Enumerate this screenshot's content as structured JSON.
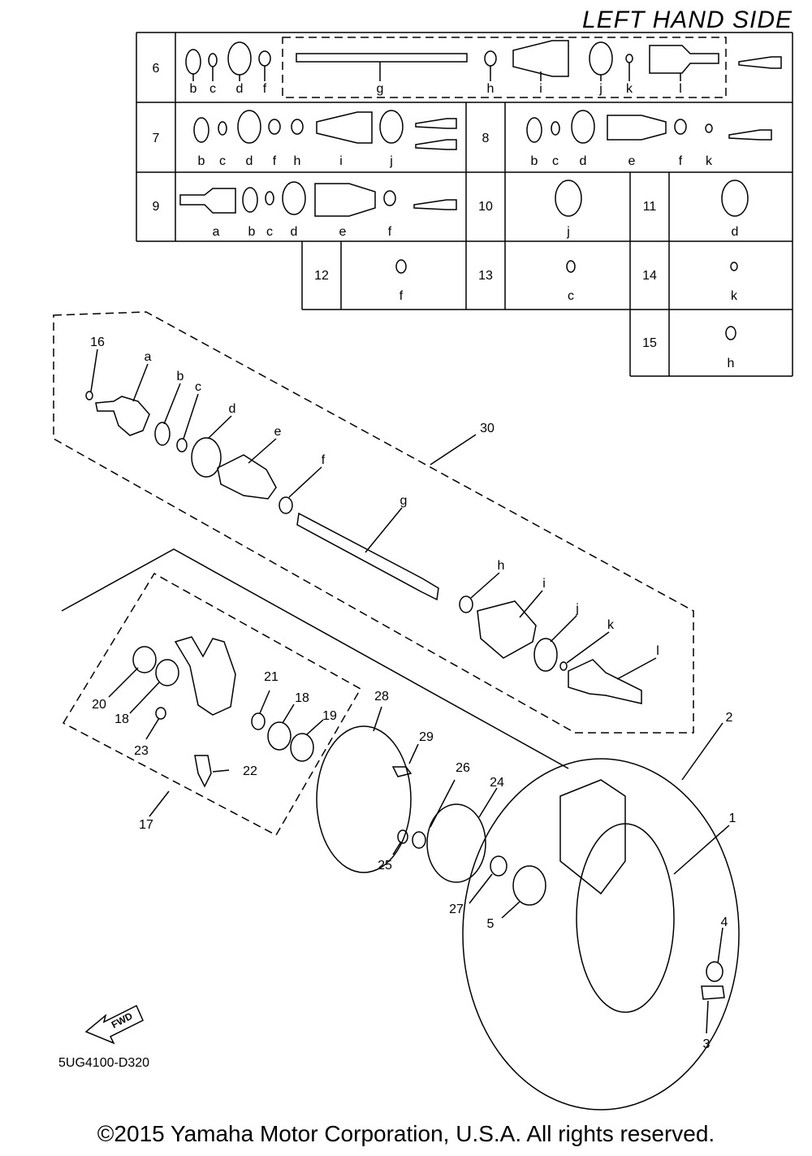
{
  "header": {
    "title": "LEFT HAND SIDE"
  },
  "footer": {
    "ref_code": "5UG4100-D320",
    "copyright": "©2015 Yamaha Motor Corporation, U.S.A. All rights reserved."
  },
  "table": {
    "rows": [
      {
        "num": "6",
        "items": [
          "b",
          "c",
          "d",
          "f",
          "g",
          "h",
          "i",
          "j",
          "k",
          "l"
        ]
      },
      {
        "num": "7",
        "items": [
          "b",
          "c",
          "d",
          "f",
          "h",
          "i",
          "j"
        ]
      },
      {
        "num": "8",
        "items": [
          "b",
          "c",
          "d",
          "e",
          "f",
          "k"
        ]
      },
      {
        "num": "9",
        "items": [
          "a",
          "b",
          "c",
          "d",
          "e",
          "f"
        ]
      },
      {
        "num": "10",
        "items": [
          "j"
        ]
      },
      {
        "num": "11",
        "items": [
          "d"
        ]
      },
      {
        "num": "12",
        "items": [
          "f"
        ]
      },
      {
        "num": "13",
        "items": [
          "c"
        ]
      },
      {
        "num": "14",
        "items": [
          "k"
        ]
      },
      {
        "num": "15",
        "items": [
          "h"
        ]
      }
    ]
  },
  "callouts": {
    "letters": [
      "a",
      "b",
      "c",
      "d",
      "e",
      "f",
      "g",
      "h",
      "i",
      "j",
      "k",
      "l"
    ],
    "numbers": [
      "1",
      "2",
      "3",
      "4",
      "5",
      "16",
      "17",
      "18",
      "18",
      "19",
      "20",
      "21",
      "22",
      "23",
      "24",
      "25",
      "26",
      "27",
      "28",
      "29",
      "30"
    ]
  },
  "fwd_label": "FWD",
  "fwd_icon": "fwd-arrow-icon"
}
